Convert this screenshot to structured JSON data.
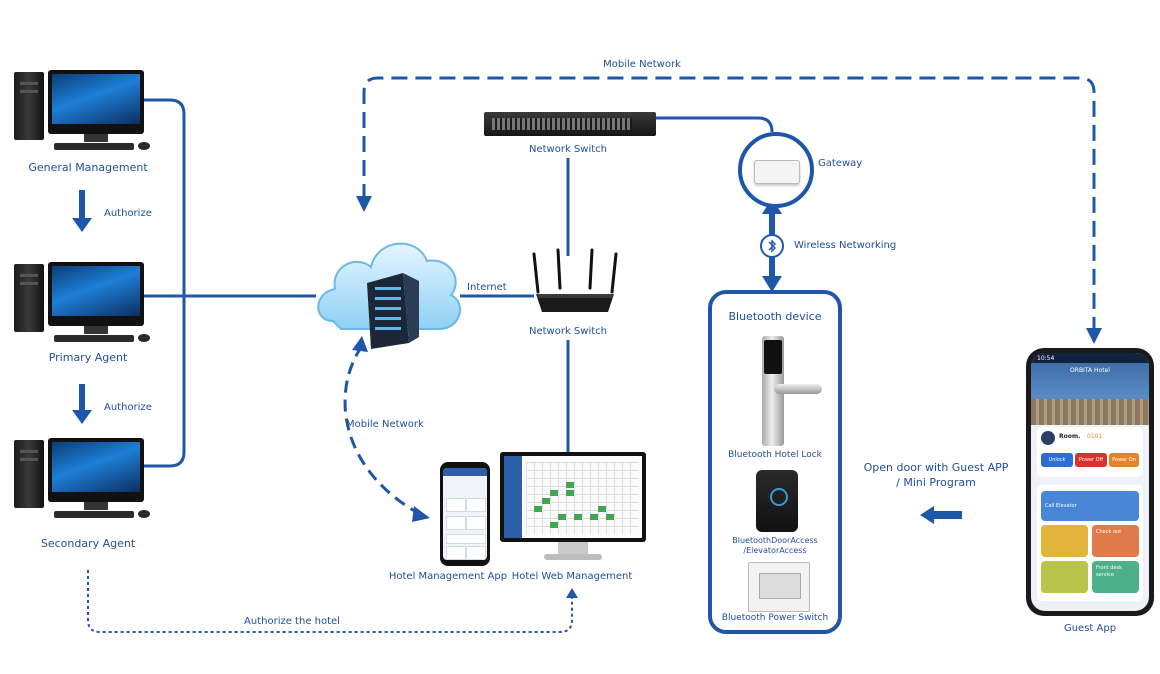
{
  "labels": {
    "general_management": "General Management",
    "authorize_1": "Authorize",
    "primary_agent": "Primary Agent",
    "authorize_2": "Authorize",
    "secondary_agent": "Secondary Agent",
    "authorize_hotel": "Authorize the hotel",
    "mobile_network_top": "Mobile Network",
    "network_switch_top": "Network Switch",
    "gateway": "Gateway",
    "internet": "Internet",
    "network_switch_router": "Network Switch",
    "wireless_networking": "Wireless Networking",
    "mobile_network_left": "Mobile Network",
    "bluetooth_device": "Bluetooth device",
    "bt_hotel_lock": "Bluetooth Hotel Lock",
    "bt_access_line1": "BluetoothDoorAccess",
    "bt_access_line2": "/ElevatorAccess",
    "bt_power_switch": "Bluetooth Power Switch",
    "hotel_mgmt_app": "Hotel Management App",
    "hotel_web_mgmt": "Hotel Web Management",
    "open_door_line1": "Open door with Guest APP",
    "open_door_line2": "/ Mini Program",
    "guest_app": "Guest App"
  },
  "guest_phone": {
    "time": "10:54",
    "title": "ORBITA Hotel",
    "room_label": "Room.",
    "room_number": "0101",
    "unlock": "Unlock",
    "power_off": "Power Off",
    "power_on": "Power On",
    "call_elevator": "Call Elevator",
    "check_out": "Check out",
    "front_desk_line1": "Front desk",
    "front_desk_line2": "service"
  },
  "colors": {
    "line": "#1f57a8",
    "text": "#1f4e9a"
  }
}
